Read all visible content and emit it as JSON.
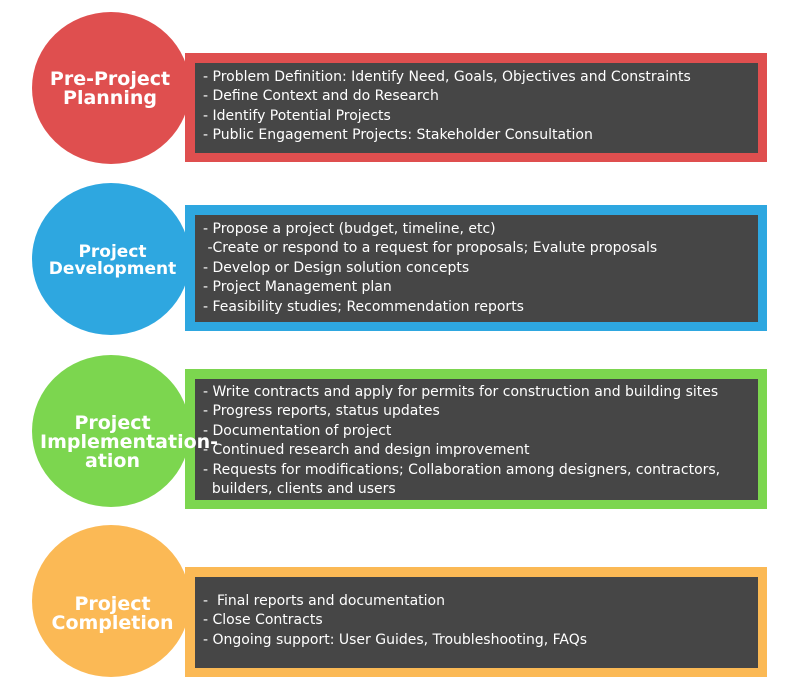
{
  "stages": [
    {
      "title_lines": [
        "Pre-Project",
        "Planning"
      ],
      "color": "#df4f4f",
      "items": [
        "- Problem Definition: Identify Need, Goals, Objectives and Constraints",
        "- Define Context and do Research",
        "- Identify Potential Projects",
        "- Public Engagement Projects: Stakeholder Consultation"
      ]
    },
    {
      "title_lines": [
        "Project",
        "Development"
      ],
      "color": "#2ea7e0",
      "items": [
        "- Propose a project (budget, timeline, etc)",
        " -Create or respond to a request for proposals; Evalute proposals",
        "- Develop or Design solution concepts",
        "- Project Management plan",
        "- Feasibility studies; Recommendation reports"
      ]
    },
    {
      "title_lines": [
        "Project",
        "Implementation-",
        "ation"
      ],
      "color": "#7cd64f",
      "items": [
        "- Write contracts and apply for permits for construction and building sites",
        "- Progress reports, status updates",
        "- Documentation of project",
        "- Continued research and design improvement",
        "- Requests for modifications; Collaboration among designers, contractors,",
        "  builders, clients and users"
      ]
    },
    {
      "title_lines": [
        "Project",
        "Completion"
      ],
      "color": "#fbb955",
      "items": [
        "-  Final reports and documentation",
        "- Close Contracts",
        "- Ongoing support: User Guides, Troubleshooting, FAQs"
      ]
    }
  ]
}
